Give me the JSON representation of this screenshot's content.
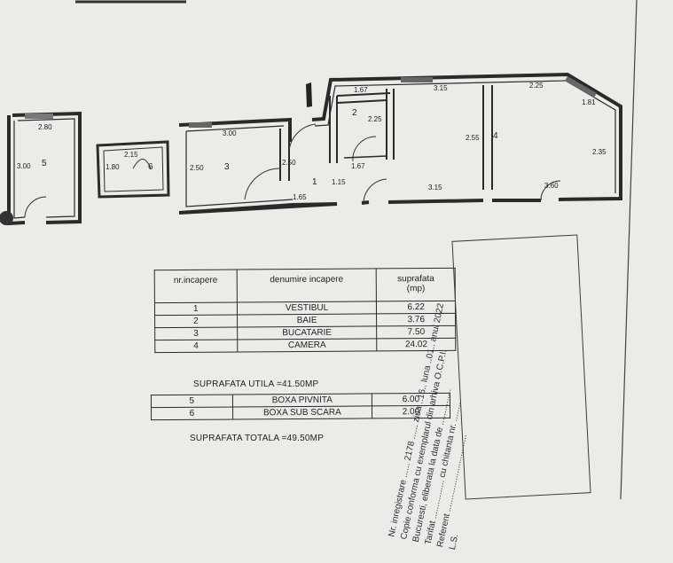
{
  "plan": {
    "dims": {
      "r5_w": "2.80",
      "r5_h": "3.00",
      "r6_w": "2.15",
      "r6_h": "1.80",
      "r3_w": "3.00",
      "r3_h": "2.50",
      "r1_h": "2.50",
      "r1_w": "1.65",
      "r1_d": "1.15",
      "r2_w": "1.67",
      "r2_h": "2.25",
      "r2_b": "1.67",
      "r4_w1": "3.15",
      "r4_w2": "2.25",
      "r4_diag": "1.81",
      "r4_h": "2.55",
      "r4_side": "2.35",
      "r4_b1": "3.15",
      "r4_b2": "3.60"
    },
    "room_numbers": [
      "1",
      "2",
      "3",
      "4",
      "5",
      "6"
    ]
  },
  "table": {
    "headers": [
      "nr.incapere",
      "denumire incapere",
      "suprafata",
      "(mp)"
    ],
    "rows": [
      {
        "nr": "1",
        "name": "VESTIBUL",
        "area": "6.22"
      },
      {
        "nr": "2",
        "name": "BAIE",
        "area": "3.76"
      },
      {
        "nr": "3",
        "name": "BUCATARIE",
        "area": "7.50"
      },
      {
        "nr": "4",
        "name": "CAMERA",
        "area": "24.02"
      }
    ]
  },
  "summary_util": "SUPRAFATA UTILA =41.50MP",
  "storage": [
    {
      "nr": "5",
      "name": "BOXA PIVNITA",
      "area": "6.00"
    },
    {
      "nr": "6",
      "name": "BOXA SUB SCARA",
      "area": "2.00"
    }
  ],
  "summary_total": "SUPRAFATA TOTALA =49.50MP",
  "stamp": {
    "l1": "Nr. inregistrare ...... 2178 ...... ziua ..16.. luna ..01.. anul 2022",
    "l2": "Copie conforma cu exemplarul din arhiva O.C.P.I.",
    "l3": "Bucuresti, eliberata la data de ...............",
    "l4": "Tarifat ................ cu chitanta nr. ........",
    "l5": "Referent ................................",
    "l6": "L.S."
  }
}
